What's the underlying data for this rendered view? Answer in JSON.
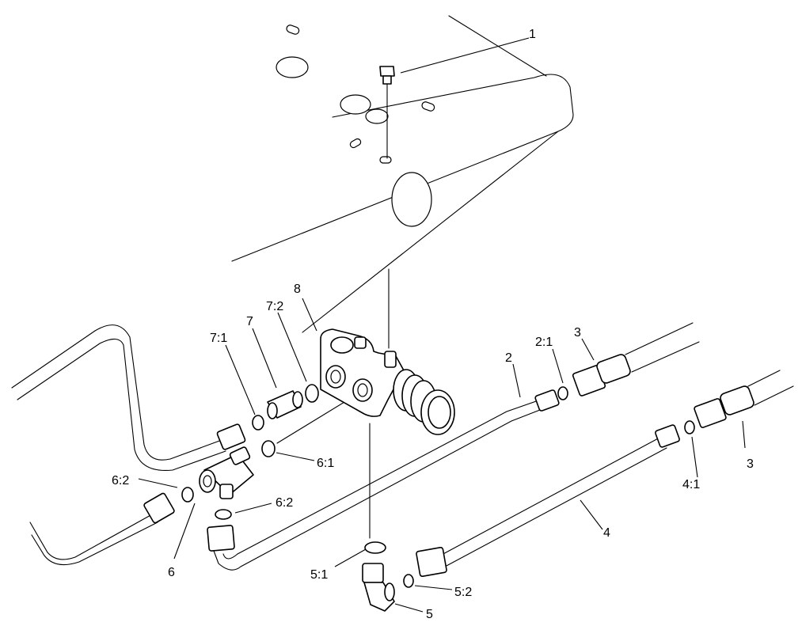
{
  "callouts": [
    {
      "id": "1",
      "text": "1"
    },
    {
      "id": "2",
      "text": "2"
    },
    {
      "id": "2-1",
      "text": "2:1"
    },
    {
      "id": "3a",
      "text": "3"
    },
    {
      "id": "3b",
      "text": "3"
    },
    {
      "id": "4",
      "text": "4"
    },
    {
      "id": "4-1",
      "text": "4:1"
    },
    {
      "id": "5",
      "text": "5"
    },
    {
      "id": "5-1",
      "text": "5:1"
    },
    {
      "id": "5-2",
      "text": "5:2"
    },
    {
      "id": "6",
      "text": "6"
    },
    {
      "id": "6-1",
      "text": "6:1"
    },
    {
      "id": "6-2a",
      "text": "6:2"
    },
    {
      "id": "6-2b",
      "text": "6:2"
    },
    {
      "id": "7",
      "text": "7"
    },
    {
      "id": "7-1",
      "text": "7:1"
    },
    {
      "id": "7-2",
      "text": "7:2"
    },
    {
      "id": "8",
      "text": "8"
    }
  ]
}
